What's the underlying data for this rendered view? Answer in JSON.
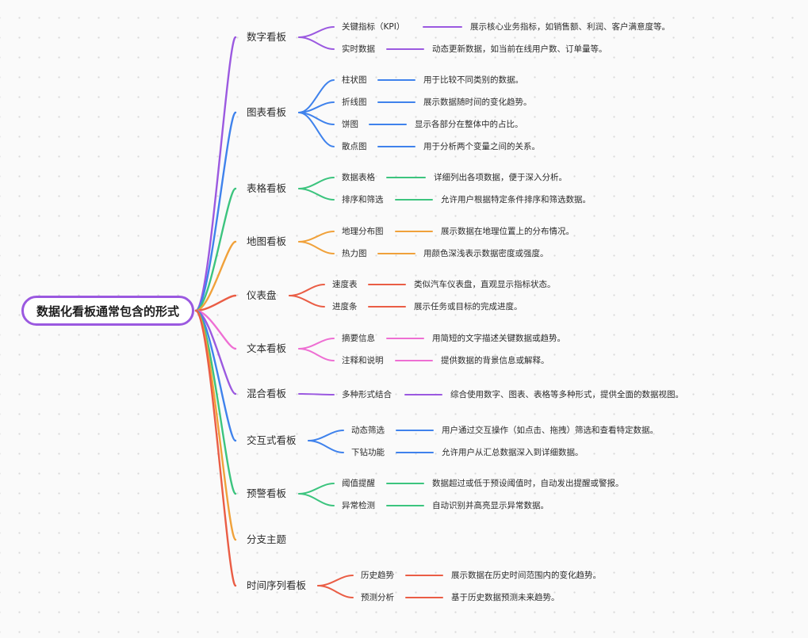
{
  "root": {
    "label": "数据化看板通常包含的形式"
  },
  "branches": [
    {
      "label": "数字看板",
      "color": "#9b59e0",
      "children": [
        {
          "label": "关键指标（KPI）",
          "desc": "展示核心业务指标，如销售额、利润、客户满意度等。"
        },
        {
          "label": "实时数据",
          "desc": "动态更新数据，如当前在线用户数、订单量等。"
        }
      ]
    },
    {
      "label": "图表看板",
      "color": "#3f82ec",
      "children": [
        {
          "label": "柱状图",
          "desc": "用于比较不同类别的数据。"
        },
        {
          "label": "折线图",
          "desc": "展示数据随时间的变化趋势。"
        },
        {
          "label": "饼图",
          "desc": "显示各部分在整体中的占比。"
        },
        {
          "label": "散点图",
          "desc": "用于分析两个变量之间的关系。"
        }
      ]
    },
    {
      "label": "表格看板",
      "color": "#3cc47e",
      "children": [
        {
          "label": "数据表格",
          "desc": "详细列出各项数据，便于深入分析。"
        },
        {
          "label": "排序和筛选",
          "desc": "允许用户根据特定条件排序和筛选数据。"
        }
      ]
    },
    {
      "label": "地图看板",
      "color": "#f0a13a",
      "children": [
        {
          "label": "地理分布图",
          "desc": "展示数据在地理位置上的分布情况。"
        },
        {
          "label": "热力图",
          "desc": "用颜色深浅表示数据密度或强度。"
        }
      ]
    },
    {
      "label": "仪表盘",
      "color": "#ea5d45",
      "children": [
        {
          "label": "速度表",
          "desc": "类似汽车仪表盘，直观显示指标状态。"
        },
        {
          "label": "进度条",
          "desc": "展示任务或目标的完成进度。"
        }
      ]
    },
    {
      "label": "文本看板",
      "color": "#ee6fd3",
      "children": [
        {
          "label": "摘要信息",
          "desc": "用简短的文字描述关键数据或趋势。"
        },
        {
          "label": "注释和说明",
          "desc": "提供数据的背景信息或解释。"
        }
      ]
    },
    {
      "label": "混合看板",
      "color": "#9b59e0",
      "children": [
        {
          "label": "多种形式结合",
          "desc": "综合使用数字、图表、表格等多种形式，提供全面的数据视图。"
        }
      ]
    },
    {
      "label": "交互式看板",
      "color": "#3f82ec",
      "children": [
        {
          "label": "动态筛选",
          "desc": "用户通过交互操作（如点击、拖拽）筛选和查看特定数据。"
        },
        {
          "label": "下钻功能",
          "desc": "允许用户从汇总数据深入到详细数据。"
        }
      ]
    },
    {
      "label": "预警看板",
      "color": "#3cc47e",
      "children": [
        {
          "label": "阈值提醒",
          "desc": "数据超过或低于预设阈值时，自动发出提醒或警报。"
        },
        {
          "label": "异常检测",
          "desc": "自动识别并高亮显示异常数据。"
        }
      ]
    },
    {
      "label": "分支主题",
      "color": "#f0a13a",
      "children": []
    },
    {
      "label": "时间序列看板",
      "color": "#ea5d45",
      "children": [
        {
          "label": "历史趋势",
          "desc": "展示数据在历史时间范围内的变化趋势。"
        },
        {
          "label": "预测分析",
          "desc": "基于历史数据预测未来趋势。"
        }
      ]
    }
  ]
}
